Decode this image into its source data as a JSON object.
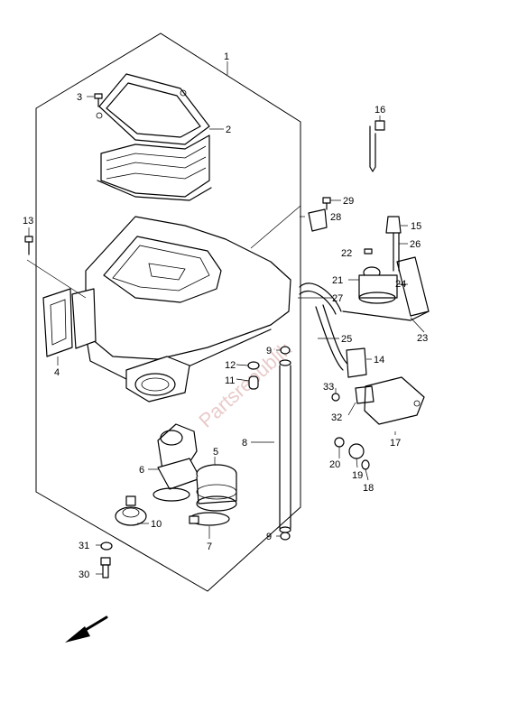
{
  "watermark": "Partsrepublik",
  "callouts": [
    {
      "id": "c1",
      "text": "1"
    },
    {
      "id": "c2",
      "text": "2"
    },
    {
      "id": "c3",
      "text": "3"
    },
    {
      "id": "c4",
      "text": "4"
    },
    {
      "id": "c5",
      "text": "5"
    },
    {
      "id": "c6",
      "text": "6"
    },
    {
      "id": "c7",
      "text": "7"
    },
    {
      "id": "c8",
      "text": "8"
    },
    {
      "id": "c9a",
      "text": "9"
    },
    {
      "id": "c9b",
      "text": "9"
    },
    {
      "id": "c10",
      "text": "10"
    },
    {
      "id": "c11",
      "text": "11"
    },
    {
      "id": "c12",
      "text": "12"
    },
    {
      "id": "c13",
      "text": "13"
    },
    {
      "id": "c14",
      "text": "14"
    },
    {
      "id": "c15",
      "text": "15"
    },
    {
      "id": "c16",
      "text": "16"
    },
    {
      "id": "c17",
      "text": "17"
    },
    {
      "id": "c18",
      "text": "18"
    },
    {
      "id": "c19",
      "text": "19"
    },
    {
      "id": "c20",
      "text": "20"
    },
    {
      "id": "c21",
      "text": "21"
    },
    {
      "id": "c22",
      "text": "22"
    },
    {
      "id": "c23",
      "text": "23"
    },
    {
      "id": "c24",
      "text": "24"
    },
    {
      "id": "c25",
      "text": "25"
    },
    {
      "id": "c26",
      "text": "26"
    },
    {
      "id": "c27",
      "text": "27"
    },
    {
      "id": "c28",
      "text": "28"
    },
    {
      "id": "c29",
      "text": "29"
    },
    {
      "id": "c30",
      "text": "30"
    },
    {
      "id": "c31",
      "text": "31"
    },
    {
      "id": "c32",
      "text": "32"
    },
    {
      "id": "c33",
      "text": "33"
    }
  ]
}
